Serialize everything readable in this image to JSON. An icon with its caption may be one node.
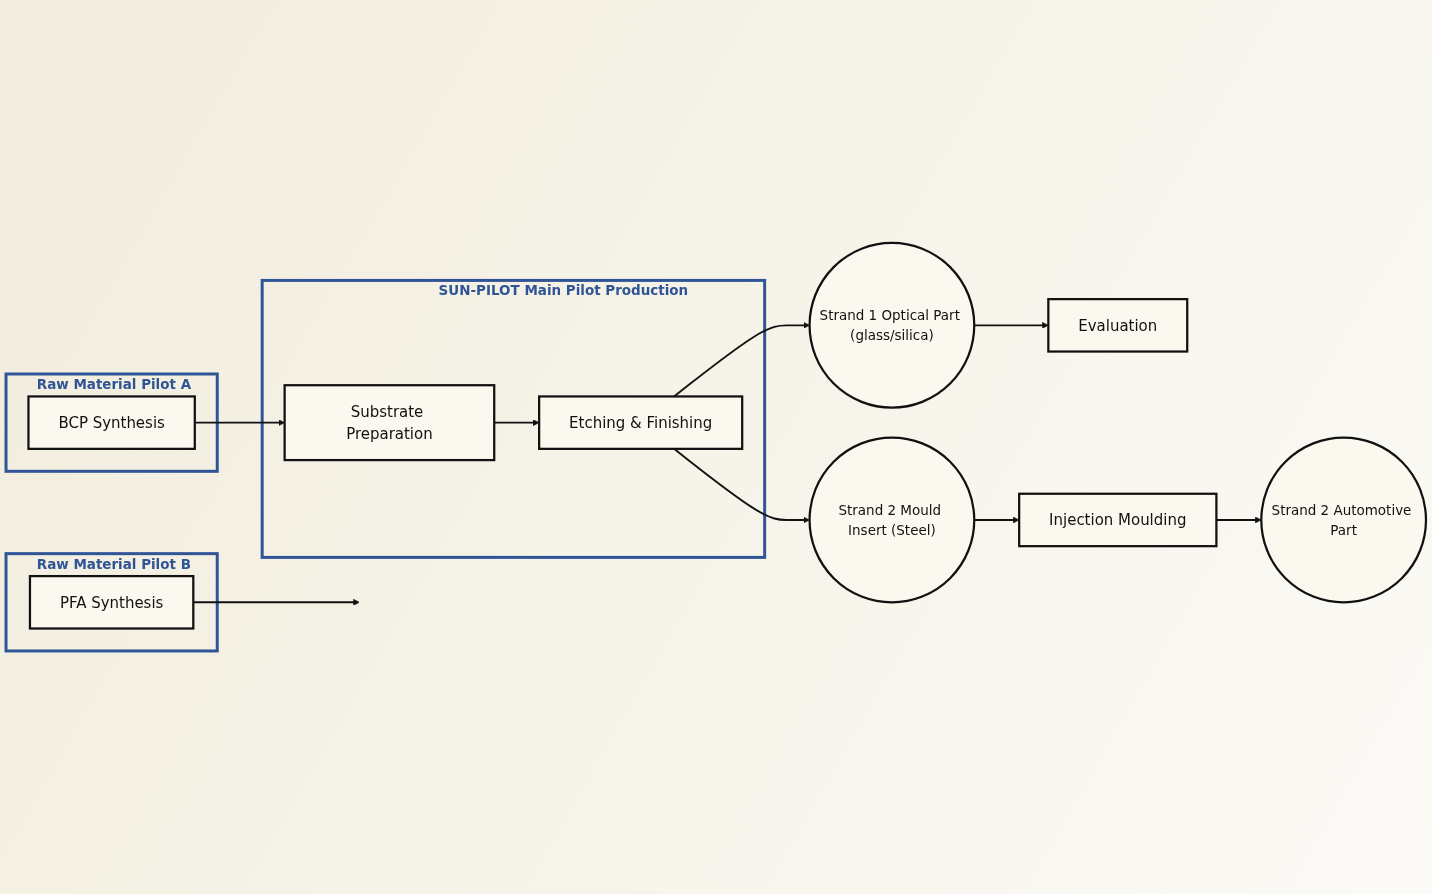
{
  "diagram": {
    "nodes": [
      {
        "text": [
          "Raw Material Pilot A"
        ]
      },
      {
        "text": [
          "BCP Synthesis"
        ],
        "in": 0
      },
      {
        "text": [
          "SUN-PILOT Main Pilot Production"
        ]
      },
      {
        "text": [
          "Substrate Preparation"
        ],
        "in": 2
      },
      {
        "text": [
          "Etching & Finishing"
        ],
        "in": 2
      },
      {
        "text": [
          "Strand 1 Optical Part (glass/silica)"
        ]
      },
      {
        "text": [
          "Evaluation"
        ]
      },
      {
        "text": [
          "Strand 2 Mould Insert (Steel)"
        ]
      },
      {
        "text": [
          "Injection Moulding"
        ]
      },
      {
        "text": [
          "Strand 2 Automotive Part"
        ]
      },
      {
        "text": [
          "Raw Material Pilot B"
        ]
      },
      {
        "text": [
          "PFA Synthesis"
        ],
        "in": 10
      }
    ],
    "edges": [
      {
        "from": 1,
        "to": 3,
        "arrow": "to"
      },
      {
        "from": 3,
        "to": 4,
        "arrow": "to"
      },
      {
        "from": 4,
        "to": 5,
        "arrow": "to"
      },
      {
        "from": 5,
        "to": 6,
        "arrow": "to"
      },
      {
        "from": 4,
        "to": 7,
        "arrow": "to"
      },
      {
        "from": 7,
        "to": 8,
        "arrow": "to"
      },
      {
        "from": 8,
        "to": 9,
        "arrow": "to"
      },
      {
        "from": 11,
        "to": null,
        "arrow": "to"
      }
    ]
  }
}
